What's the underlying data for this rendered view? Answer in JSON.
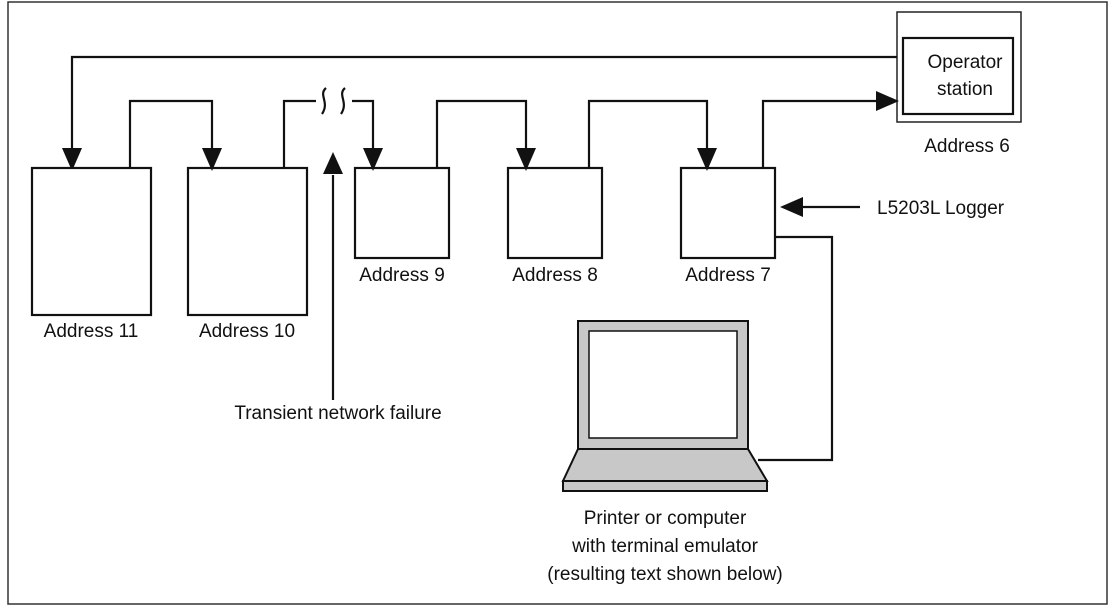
{
  "diagram": {
    "operator_station": {
      "label_line1": "Operator",
      "label_line2": "station",
      "address": "Address 6"
    },
    "nodes": [
      {
        "id": "address-11",
        "label": "Address 11"
      },
      {
        "id": "address-10",
        "label": "Address 10"
      },
      {
        "id": "address-9",
        "label": "Address 9"
      },
      {
        "id": "address-8",
        "label": "Address 8"
      },
      {
        "id": "address-7",
        "label": "Address 7"
      }
    ],
    "logger_label": "L5203L Logger",
    "failure_label": "Transient network failure",
    "terminal_caption": {
      "line1": "Printer or computer",
      "line2": "with terminal emulator",
      "line3": "(resulting text shown below)"
    }
  }
}
